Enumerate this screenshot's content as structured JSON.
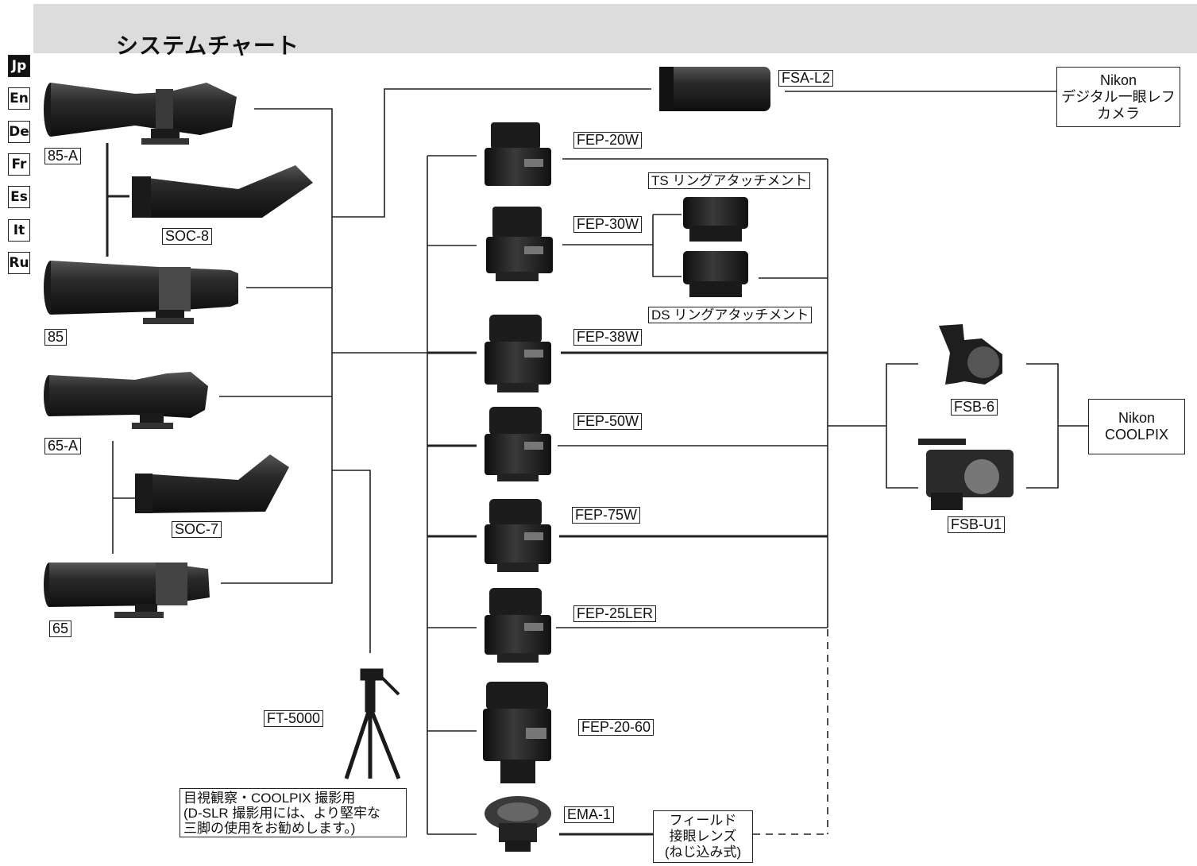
{
  "header": {
    "title": "システムチャート"
  },
  "languages": [
    "Jp",
    "En",
    "De",
    "Fr",
    "Es",
    "It",
    "Ru"
  ],
  "active_language": "Jp",
  "scopes": {
    "s85a": "85-A",
    "soc8": "SOC-8",
    "s85": "85",
    "s65a": "65-A",
    "soc7": "SOC-7",
    "s65": "65"
  },
  "tripod": {
    "label": "FT-5000",
    "note_lines": [
      "目視観察・COOLPIX 撮影用",
      "(D-SLR 撮影用には、より堅牢な",
      "三脚の使用をお勧めします。)"
    ]
  },
  "adapter": "FSA-L2",
  "dslr_box": [
    "Nikon",
    "デジタル一眼レフ",
    "カメラ"
  ],
  "eyepieces": {
    "fep20w": "FEP-20W",
    "fep30w": "FEP-30W",
    "fep38w": "FEP-38W",
    "fep50w": "FEP-50W",
    "fep75w": "FEP-75W",
    "fep25ler": "FEP-25LER",
    "fep2060": "FEP-20-60",
    "ema1": "EMA-1"
  },
  "rings": {
    "ts": "TS リングアタッチメント",
    "ds": "DS リングアタッチメント"
  },
  "field_lens_box": [
    "フィールド",
    "接眼レンズ",
    "(ねじ込み式)"
  ],
  "brackets": {
    "fsb6": "FSB-6",
    "fsbu1": "FSB-U1"
  },
  "coolpix_box": [
    "Nikon",
    "COOLPIX"
  ],
  "colors": {
    "header_bg": "#dcdcdc",
    "product_dark": "#222222",
    "line": "#222222"
  }
}
